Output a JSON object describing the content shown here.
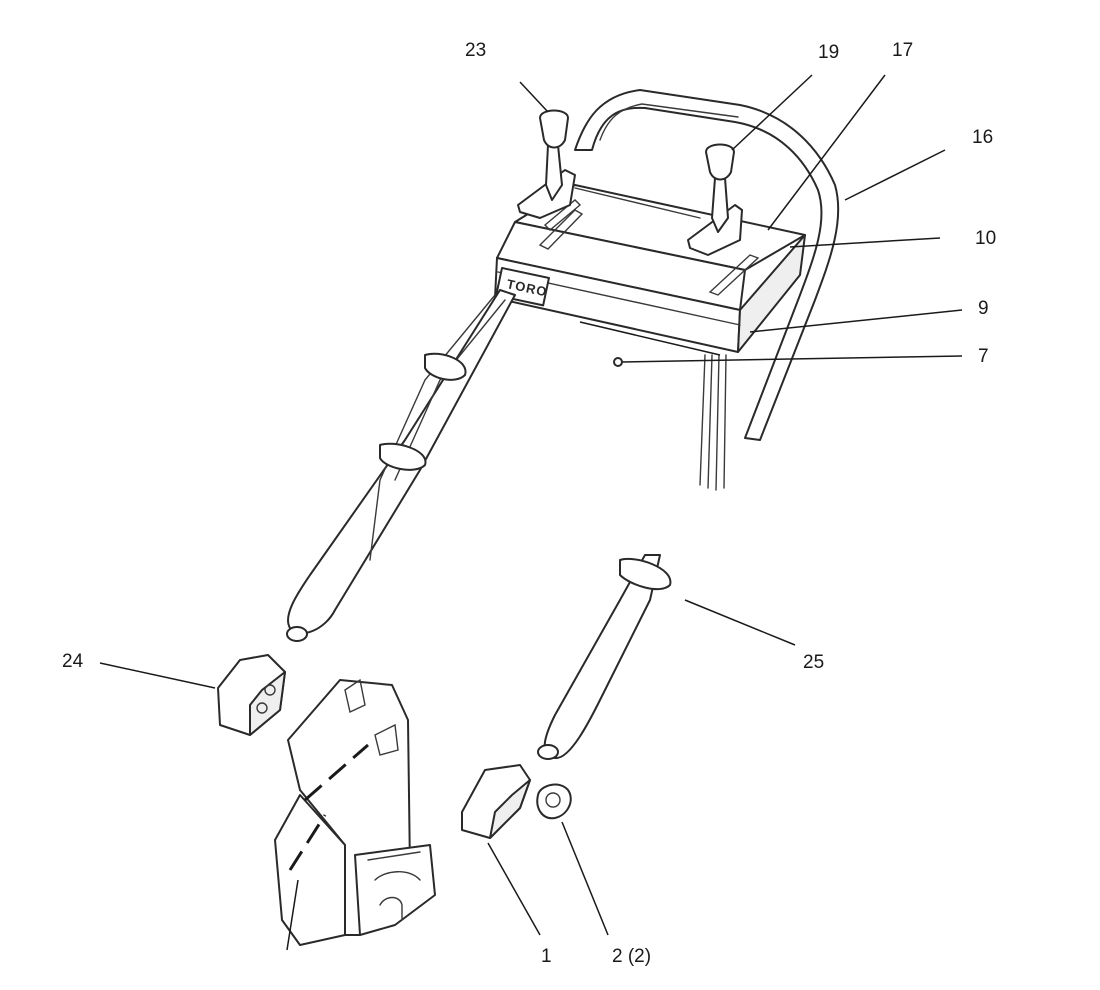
{
  "callouts": [
    {
      "id": "23",
      "label": "23"
    },
    {
      "id": "19",
      "label": "19"
    },
    {
      "id": "17",
      "label": "17"
    },
    {
      "id": "16",
      "label": "16"
    },
    {
      "id": "10",
      "label": "10"
    },
    {
      "id": "9",
      "label": "9"
    },
    {
      "id": "7",
      "label": "7"
    },
    {
      "id": "24",
      "label": "24"
    },
    {
      "id": "25",
      "label": "25"
    },
    {
      "id": "1",
      "label": "1"
    },
    {
      "id": "2",
      "label": "2 (2)"
    }
  ],
  "panel_logo": "TORO"
}
